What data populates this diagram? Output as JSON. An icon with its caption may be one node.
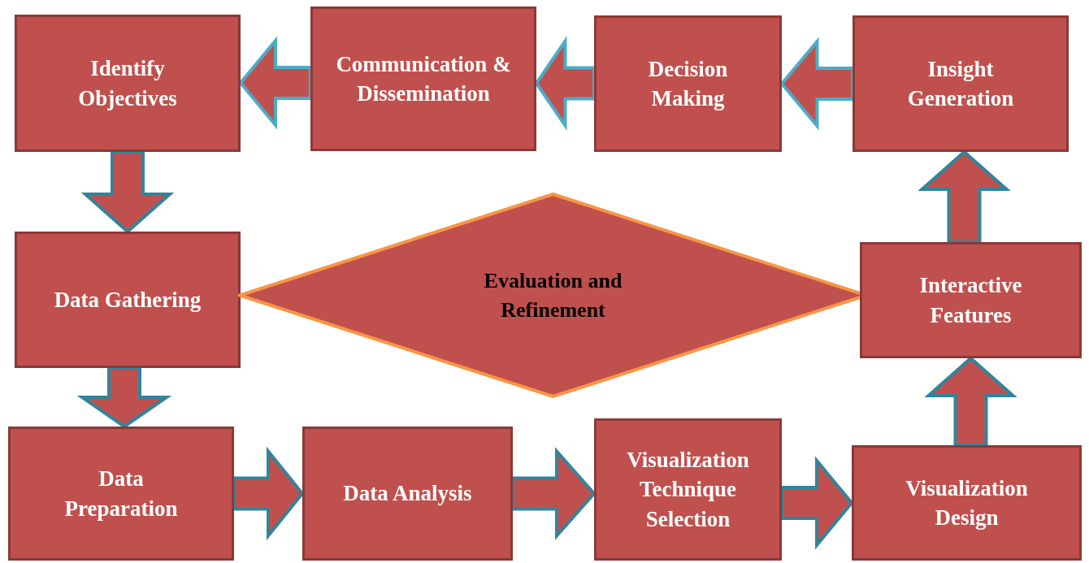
{
  "diagram": {
    "nodes": [
      {
        "text": [
          "Identify Objectives"
        ]
      },
      {
        "text": [
          "Communication & Dissemination"
        ]
      },
      {
        "text": [
          "Decision Making"
        ]
      },
      {
        "text": [
          "Insight Generation"
        ]
      },
      {
        "text": [
          "Data Gathering"
        ]
      },
      {
        "text": [
          "Evaluation and Refinement"
        ]
      },
      {
        "text": [
          "Interactive Features"
        ]
      },
      {
        "text": [
          "Data Preparation"
        ]
      },
      {
        "text": [
          "Data Analysis"
        ]
      },
      {
        "text": [
          "Visualization Technique Selection"
        ]
      },
      {
        "text": [
          "Visualization Design"
        ]
      }
    ],
    "edges": [
      {
        "from": 7,
        "to": 8,
        "arrow": "to"
      },
      {
        "from": 8,
        "to": 9,
        "arrow": "to"
      },
      {
        "from": 9,
        "to": 10,
        "arrow": "to"
      },
      {
        "from": 10,
        "to": 6,
        "arrow": "to"
      },
      {
        "from": 6,
        "to": 3,
        "arrow": "to"
      },
      {
        "from": 3,
        "to": 2,
        "arrow": "to",
        "color": "#4bacc6"
      },
      {
        "from": 2,
        "to": 1,
        "arrow": "to",
        "color": "#4bacc6"
      },
      {
        "from": 1,
        "to": 0,
        "arrow": "to",
        "color": "#4bacc6"
      },
      {
        "from": 0,
        "to": 4,
        "arrow": "to"
      },
      {
        "from": 4,
        "to": 7,
        "arrow": "to"
      }
    ]
  }
}
